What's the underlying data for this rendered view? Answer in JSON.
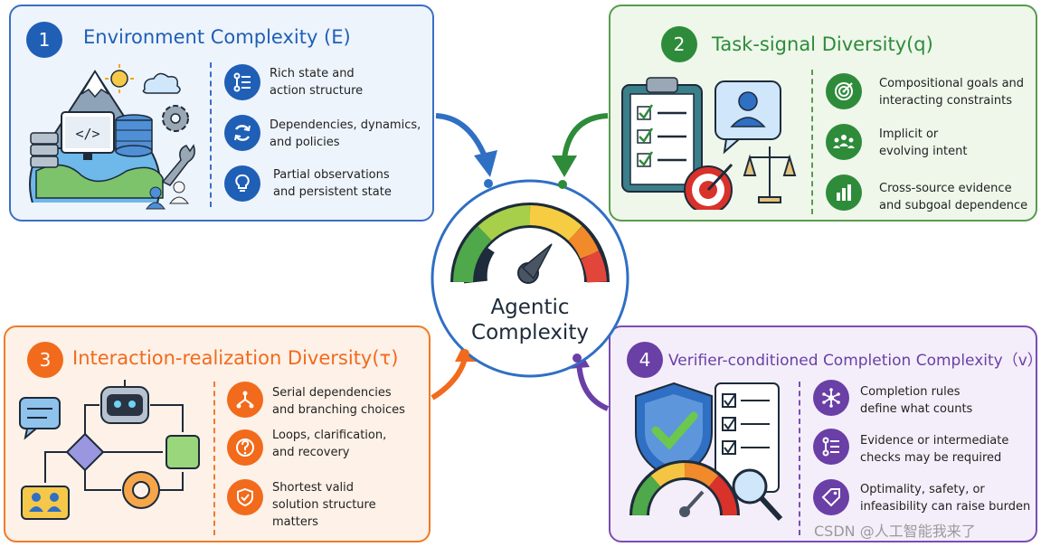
{
  "center": {
    "line1": "Agentic",
    "line2": "Complexity"
  },
  "cards": [
    {
      "number": "1",
      "title": "Environment Complexity (E)",
      "color": "#1f5fb6",
      "items": [
        "Rich state and action structure",
        "Dependencies, dynamics, and policies",
        "Partial observations and persistent state"
      ],
      "icons": [
        "structure-icon",
        "cycle-icon",
        "lightbulb-icon"
      ]
    },
    {
      "number": "2",
      "title": "Task-signal Diversity(q)",
      "color": "#2e8b3a",
      "items": [
        "Compositional goals and interacting constraints",
        "Implicit or evolving intent",
        "Cross-source evidence and subgoal dependence"
      ],
      "icons": [
        "target-icon",
        "users-icon",
        "bar-chart-icon"
      ]
    },
    {
      "number": "3",
      "title": "Interaction-realization Diversity(τ)",
      "color": "#f26a1b",
      "items": [
        "Serial dependencies and branching choices",
        "Loops, clarification, and recovery",
        "Shortest valid solution structure matters"
      ],
      "icons": [
        "branch-icon",
        "question-icon",
        "shield-check-icon"
      ]
    },
    {
      "number": "4",
      "title": "Verifier-conditioned Completion Complexity（v）",
      "color": "#6a3fa6",
      "items": [
        "Completion rules define what counts",
        "Evidence or intermediate checks may be required",
        "Optimality, safety, or infeasibility can raise burden"
      ],
      "icons": [
        "network-icon",
        "steps-icon",
        "tag-icon"
      ]
    }
  ],
  "watermark": "CSDN @人工智能我来了",
  "colors": {
    "blue": "#1f5fb6",
    "green": "#2e8b3a",
    "orange": "#f26a1b",
    "purple": "#6a3fa6"
  }
}
